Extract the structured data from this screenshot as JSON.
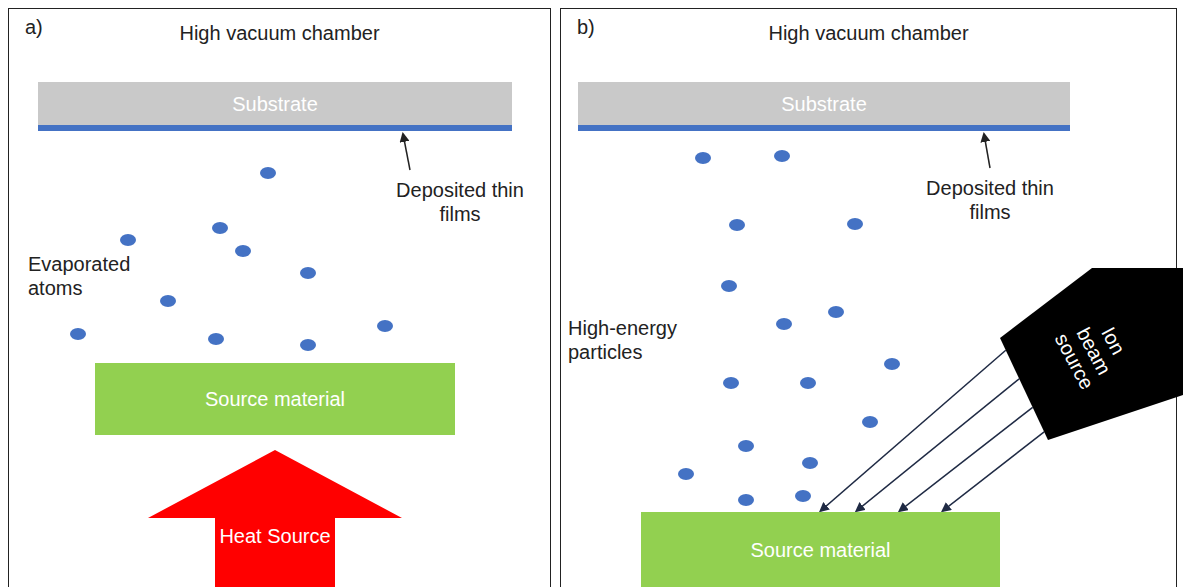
{
  "diagram": {
    "nodes": [
      {
        "text": [
          "a)",
          "High vacuum chamber"
        ]
      },
      {
        "text": [
          "Substrate"
        ],
        "in": 0
      },
      {
        "text": [
          "Source material"
        ],
        "in": 0
      },
      {
        "text": [
          "Heat Source"
        ],
        "in": 0
      },
      {
        "text": [
          "b)",
          "High vacuum chamber"
        ]
      },
      {
        "text": [
          "Substrate"
        ],
        "in": 4
      },
      {
        "text": [
          "Source material"
        ],
        "in": 4
      },
      {
        "text": [
          "Ion beam source"
        ],
        "in": 4
      }
    ],
    "edges": [
      {
        "from": 7,
        "to": 6,
        "arrow": "to"
      },
      {
        "from": 7,
        "to": 6,
        "arrow": "to"
      },
      {
        "from": 7,
        "to": 6,
        "arrow": "to"
      },
      {
        "from": 7,
        "to": 6,
        "arrow": "to"
      }
    ],
    "labels": [
      "Deposited thin films",
      "Evaporated atoms",
      "Deposited thin films",
      "High-energy particles"
    ]
  }
}
